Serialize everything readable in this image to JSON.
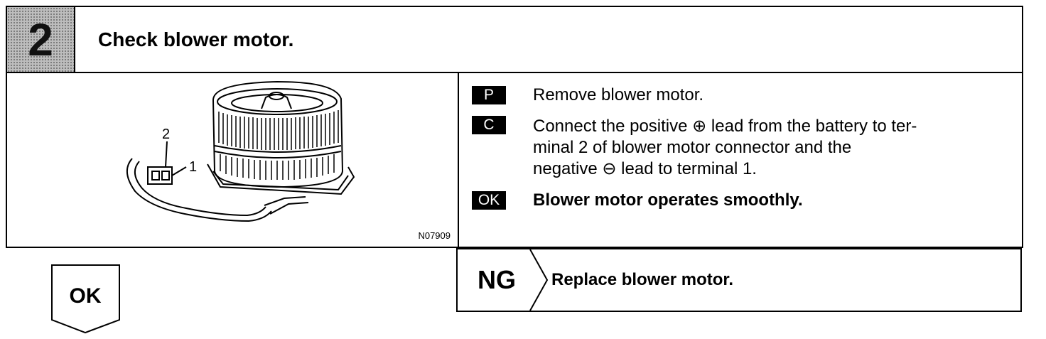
{
  "step": {
    "number": "2",
    "title": "Check blower motor."
  },
  "illustration": {
    "label_terminal_2": "2",
    "label_terminal_1": "1",
    "figure_code": "N07909"
  },
  "instructions": {
    "prepare": {
      "tag": "P",
      "text": "Remove blower motor."
    },
    "check": {
      "tag": "C",
      "line1": "Connect the positive ⊕ lead from the battery to ter-",
      "line2": "minal 2 of blower motor connector and the",
      "line3": "negative ⊖ lead to terminal 1."
    },
    "ok": {
      "tag": "OK",
      "text": "Blower motor operates smoothly."
    }
  },
  "result_ok": {
    "label": "OK"
  },
  "result_ng": {
    "label": "NG",
    "text": "Replace blower motor."
  }
}
